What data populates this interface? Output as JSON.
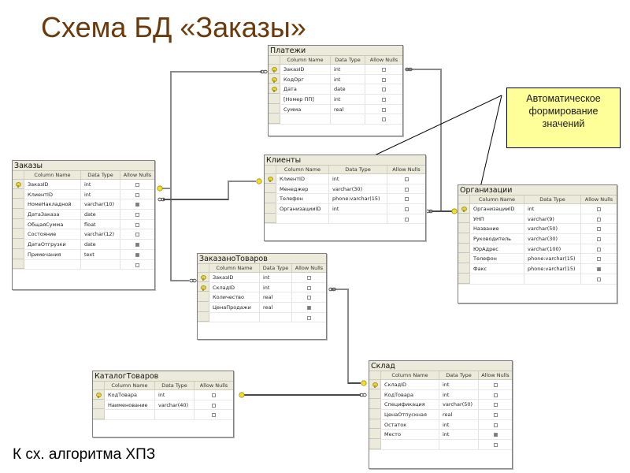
{
  "slide": {
    "title": "Схема БД «Заказы»",
    "footer": "К сх. алгоритма ХПЗ"
  },
  "callout": {
    "lines": [
      "Автоматическое",
      "формирование",
      "значений"
    ]
  },
  "columns_header": {
    "name": "Column Name",
    "type": "Data Type",
    "nulls": "Allow Nulls"
  },
  "tables": {
    "platezhi": {
      "title": "Платежи",
      "rows": [
        {
          "name": "ЗаказID",
          "type": "int",
          "nullable": false,
          "pk": true
        },
        {
          "name": "КодОрг",
          "type": "int",
          "nullable": false,
          "pk": true
        },
        {
          "name": "Дата",
          "type": "date",
          "nullable": false,
          "pk": true
        },
        {
          "name": "[Номер ПП]",
          "type": "int",
          "nullable": false,
          "pk": false
        },
        {
          "name": "Сумма",
          "type": "real",
          "nullable": false,
          "pk": false
        },
        {
          "name": "",
          "type": "",
          "nullable": false,
          "pk": false
        }
      ]
    },
    "zakazy": {
      "title": "Заказы",
      "rows": [
        {
          "name": "ЗаказID",
          "type": "int",
          "nullable": false,
          "pk": true
        },
        {
          "name": "КлиентID",
          "type": "int",
          "nullable": false,
          "pk": false
        },
        {
          "name": "НомеНакладной",
          "type": "varchar(10)",
          "nullable": true,
          "pk": false
        },
        {
          "name": "ДатаЗаказа",
          "type": "date",
          "nullable": false,
          "pk": false
        },
        {
          "name": "ОбщаяСумма",
          "type": "float",
          "nullable": false,
          "pk": false
        },
        {
          "name": "Состояние",
          "type": "varchar(12)",
          "nullable": false,
          "pk": false
        },
        {
          "name": "ДатаОтгрузки",
          "type": "date",
          "nullable": true,
          "pk": false
        },
        {
          "name": "Примечания",
          "type": "text",
          "nullable": true,
          "pk": false
        },
        {
          "name": "",
          "type": "",
          "nullable": false,
          "pk": false
        }
      ]
    },
    "klienty": {
      "title": "Клиенты",
      "rows": [
        {
          "name": "КлиентID",
          "type": "int",
          "nullable": false,
          "pk": true
        },
        {
          "name": "Менеджер",
          "type": "varchar(30)",
          "nullable": false,
          "pk": false
        },
        {
          "name": "Телефон",
          "type": "phone:varchar(15)",
          "nullable": false,
          "pk": false
        },
        {
          "name": "ОрганизацииID",
          "type": "int",
          "nullable": false,
          "pk": false
        },
        {
          "name": "",
          "type": "",
          "nullable": false,
          "pk": false
        }
      ]
    },
    "organizatsii": {
      "title": "Организации",
      "rows": [
        {
          "name": "ОрганизацииID",
          "type": "int",
          "nullable": false,
          "pk": true
        },
        {
          "name": "УНП",
          "type": "varchar(9)",
          "nullable": false,
          "pk": false
        },
        {
          "name": "Название",
          "type": "varchar(50)",
          "nullable": false,
          "pk": false
        },
        {
          "name": "Руководитель",
          "type": "varchar(30)",
          "nullable": false,
          "pk": false
        },
        {
          "name": "ЮрАдрес",
          "type": "varchar(100)",
          "nullable": false,
          "pk": false
        },
        {
          "name": "Телефон",
          "type": "phone:varchar(15)",
          "nullable": false,
          "pk": false
        },
        {
          "name": "Факс",
          "type": "phone:varchar(15)",
          "nullable": true,
          "pk": false
        },
        {
          "name": "",
          "type": "",
          "nullable": false,
          "pk": false
        }
      ]
    },
    "zakazano_tovarov": {
      "title": "ЗаказаноТоваров",
      "rows": [
        {
          "name": "ЗаказID",
          "type": "int",
          "nullable": false,
          "pk": true
        },
        {
          "name": "СкладID",
          "type": "int",
          "nullable": false,
          "pk": true
        },
        {
          "name": "Количество",
          "type": "real",
          "nullable": false,
          "pk": false
        },
        {
          "name": "ЦенаПродажи",
          "type": "real",
          "nullable": true,
          "pk": false
        },
        {
          "name": "",
          "type": "",
          "nullable": false,
          "pk": false
        }
      ]
    },
    "katalog_tovarov": {
      "title": "КаталогТоваров",
      "rows": [
        {
          "name": "КодТовара",
          "type": "int",
          "nullable": false,
          "pk": true
        },
        {
          "name": "Наименование",
          "type": "varchar(40)",
          "nullable": false,
          "pk": false
        },
        {
          "name": "",
          "type": "",
          "nullable": false,
          "pk": false
        }
      ]
    },
    "sklad": {
      "title": "Склад",
      "rows": [
        {
          "name": "СкладID",
          "type": "int",
          "nullable": false,
          "pk": true
        },
        {
          "name": "КодТовара",
          "type": "int",
          "nullable": false,
          "pk": false
        },
        {
          "name": "Спецификация",
          "type": "varchar(50)",
          "nullable": false,
          "pk": false
        },
        {
          "name": "ЦенаОтпускная",
          "type": "real",
          "nullable": false,
          "pk": false
        },
        {
          "name": "Остаток",
          "type": "int",
          "nullable": false,
          "pk": false
        },
        {
          "name": "Место",
          "type": "int",
          "nullable": true,
          "pk": false
        },
        {
          "name": "",
          "type": "",
          "nullable": false,
          "pk": false
        }
      ]
    }
  },
  "relationships": [
    {
      "from": "Заказы.ЗаказID",
      "to": "Платежи.ЗаказID",
      "type": "one-to-many"
    },
    {
      "from": "Заказы.ЗаказID",
      "to": "ЗаказаноТоваров.ЗаказID",
      "type": "one-to-many"
    },
    {
      "from": "Клиенты.КлиентID",
      "to": "Заказы.КлиентID",
      "type": "one-to-many"
    },
    {
      "from": "Организации.ОрганизацииID",
      "to": "Клиенты.ОрганизацииID",
      "type": "one-to-many"
    },
    {
      "from": "Организации.ОрганизацииID",
      "to": "Платежи.КодОрг",
      "type": "one-to-many"
    },
    {
      "from": "Склад.СкладID",
      "to": "ЗаказаноТоваров.СкладID",
      "type": "one-to-many"
    },
    {
      "from": "КаталогТоваров.КодТовара",
      "to": "Склад.КодТовара",
      "type": "one-to-many"
    }
  ],
  "colors": {
    "title": "#6a3a0c",
    "table_header_bg": "#ecebdb",
    "callout_bg": "#ffff99",
    "key_icon": "#e6d34a",
    "connector": "#8a8a8a"
  }
}
